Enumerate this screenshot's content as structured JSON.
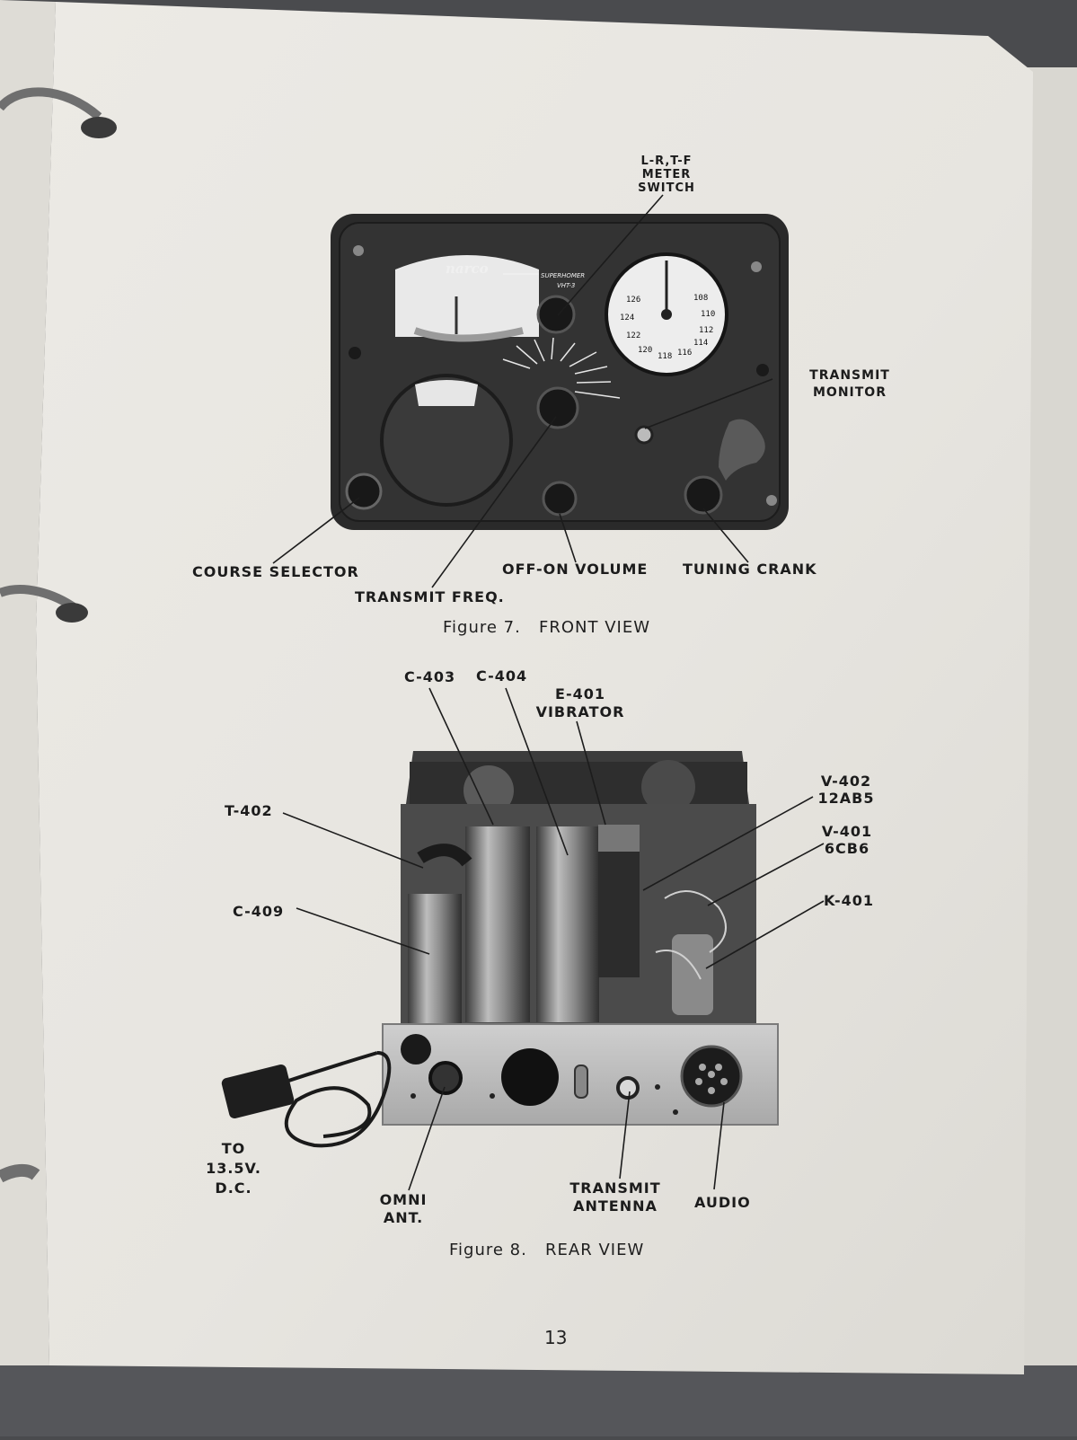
{
  "figure7": {
    "callouts": {
      "meter_switch": "L-R,T-F\nMETER\nSWITCH",
      "transmit_monitor": "TRANSMIT\nMONITOR",
      "course_selector": "COURSE SELECTOR",
      "transmit_freq": "TRANSMIT FREQ.",
      "off_on_volume": "OFF-ON VOLUME",
      "tuning_crank": "TUNING CRANK"
    },
    "panel_text": {
      "brand": "narco",
      "model_line1": "SUPERHOMER",
      "model_line2": "VHT-3",
      "dial_marks": [
        "126",
        "124",
        "122",
        "120",
        "118",
        "116",
        "114",
        "112",
        "110",
        "108"
      ]
    },
    "caption_number": "Figure 7.",
    "caption_title": "FRONT VIEW"
  },
  "figure8": {
    "callouts": {
      "c403": "C-403",
      "c404": "C-404",
      "e401": "E-401\nVIBRATOR",
      "t402": "T-402",
      "c409": "C-409",
      "v402": "V-402\n12AB5",
      "v401": "V-401\n6CB6",
      "k401": "K-401",
      "power": "TO 13.5V.\nD.C.",
      "omni_ant": "OMNI\nANT.",
      "transmit_antenna": "TRANSMIT\nANTENNA",
      "audio": "AUDIO"
    },
    "caption_number": "Figure 8.",
    "caption_title": "REAR VIEW"
  },
  "page_number": "13",
  "colors": {
    "paper": "#e8e6e1",
    "panel": "#2b2b2b",
    "ink": "#1c1c1c",
    "background": "#4a4b4e"
  },
  "icons": [
    "binder-ring-icon",
    "knob-icon",
    "tube-icon",
    "connector-icon"
  ]
}
